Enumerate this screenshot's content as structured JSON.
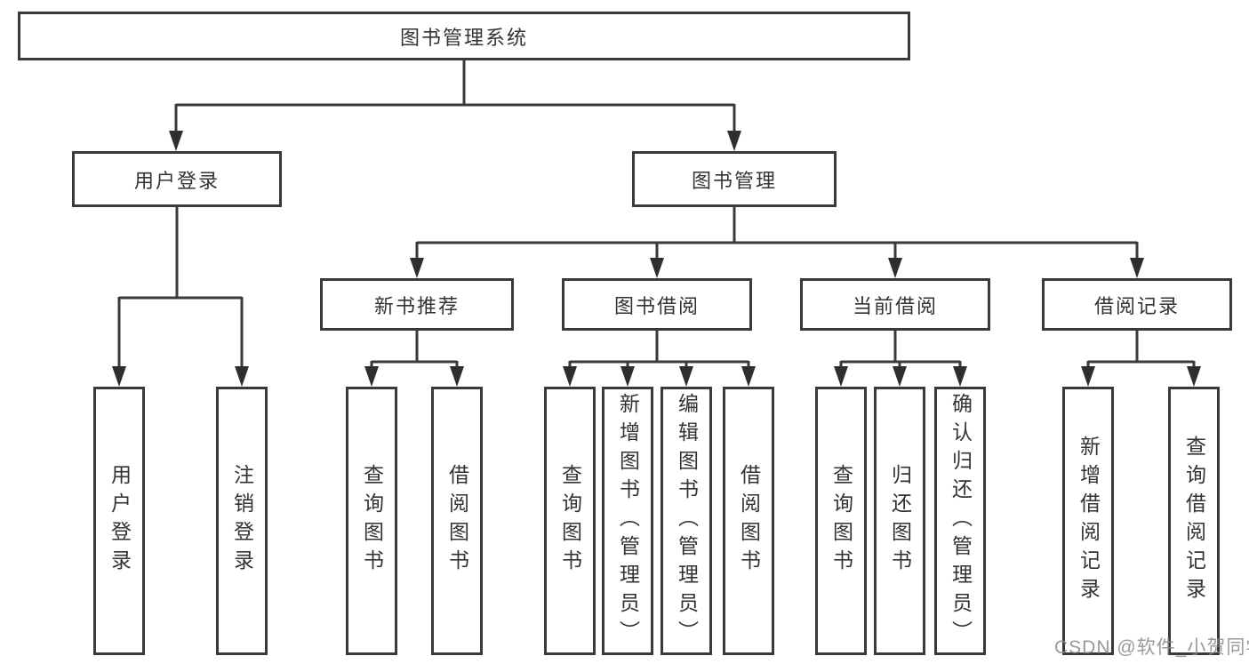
{
  "tree": {
    "root": {
      "label": "图书管理系统",
      "children": [
        {
          "label": "用户登录",
          "children": [
            {
              "label": "用户登录"
            },
            {
              "label": "注销登录"
            }
          ]
        },
        {
          "label": "图书管理",
          "children": [
            {
              "label": "新书推荐",
              "children": [
                {
                  "label": "查询图书"
                },
                {
                  "label": "借阅图书"
                }
              ]
            },
            {
              "label": "图书借阅",
              "children": [
                {
                  "label": "查询图书"
                },
                {
                  "label": "新增图书（管理员）"
                },
                {
                  "label": "编辑图书（管理员）"
                },
                {
                  "label": "借阅图书"
                }
              ]
            },
            {
              "label": "当前借阅",
              "children": [
                {
                  "label": "查询图书"
                },
                {
                  "label": "归还图书"
                },
                {
                  "label": "确认归还（管理员）"
                }
              ]
            },
            {
              "label": "借阅记录",
              "children": [
                {
                  "label": "新增借阅记录"
                },
                {
                  "label": "查询借阅记录"
                }
              ]
            }
          ]
        }
      ]
    }
  },
  "watermark": {
    "text": "CSDN @软件_小贺同学"
  },
  "colors": {
    "line": "#3a3a3a",
    "box_border": "#3a3a3a",
    "text": "#333333",
    "watermark": "#878787",
    "background": "#ffffff"
  }
}
